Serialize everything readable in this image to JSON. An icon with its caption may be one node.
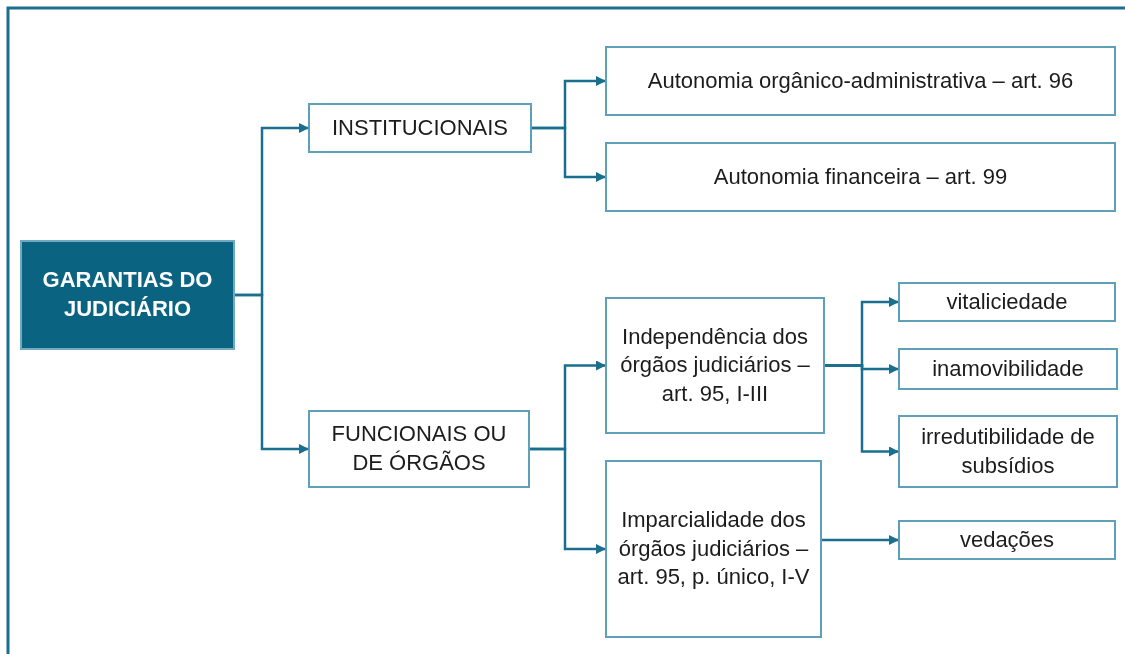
{
  "diagram": {
    "nodes": [
      {
        "text": [
          "GARANTIAS DO JUDICIÁRIO"
        ]
      },
      {
        "text": [
          "INSTITUCIONAIS"
        ]
      },
      {
        "text": [
          "FUNCIONAIS OU DE ÓRGÃOS"
        ]
      },
      {
        "text": [
          "Autonomia orgânico-administrativa – art. 96"
        ]
      },
      {
        "text": [
          "Autonomia financeira – art. 99"
        ]
      },
      {
        "text": [
          "Independência dos órgãos judiciários – art. 95, I-III"
        ]
      },
      {
        "text": [
          "Imparcialidade dos órgãos judiciários – art. 95, p. único, I-V"
        ]
      },
      {
        "text": [
          "vitaliciedade"
        ]
      },
      {
        "text": [
          "inamovibilidade"
        ]
      },
      {
        "text": [
          "irredutibilidade de subsídios"
        ]
      },
      {
        "text": [
          "vedações"
        ]
      }
    ],
    "edges": [
      {
        "from": 0,
        "to": 1,
        "arrow": "to"
      },
      {
        "from": 0,
        "to": 2,
        "arrow": "to"
      },
      {
        "from": 1,
        "to": 3,
        "arrow": "to"
      },
      {
        "from": 1,
        "to": 4,
        "arrow": "to"
      },
      {
        "from": 2,
        "to": 5,
        "arrow": "to"
      },
      {
        "from": 2,
        "to": 6,
        "arrow": "to"
      },
      {
        "from": 5,
        "to": 7,
        "arrow": "to"
      },
      {
        "from": 5,
        "to": 8,
        "arrow": "to"
      },
      {
        "from": 5,
        "to": 9,
        "arrow": "to"
      },
      {
        "from": 6,
        "to": 10,
        "arrow": "to"
      }
    ]
  }
}
